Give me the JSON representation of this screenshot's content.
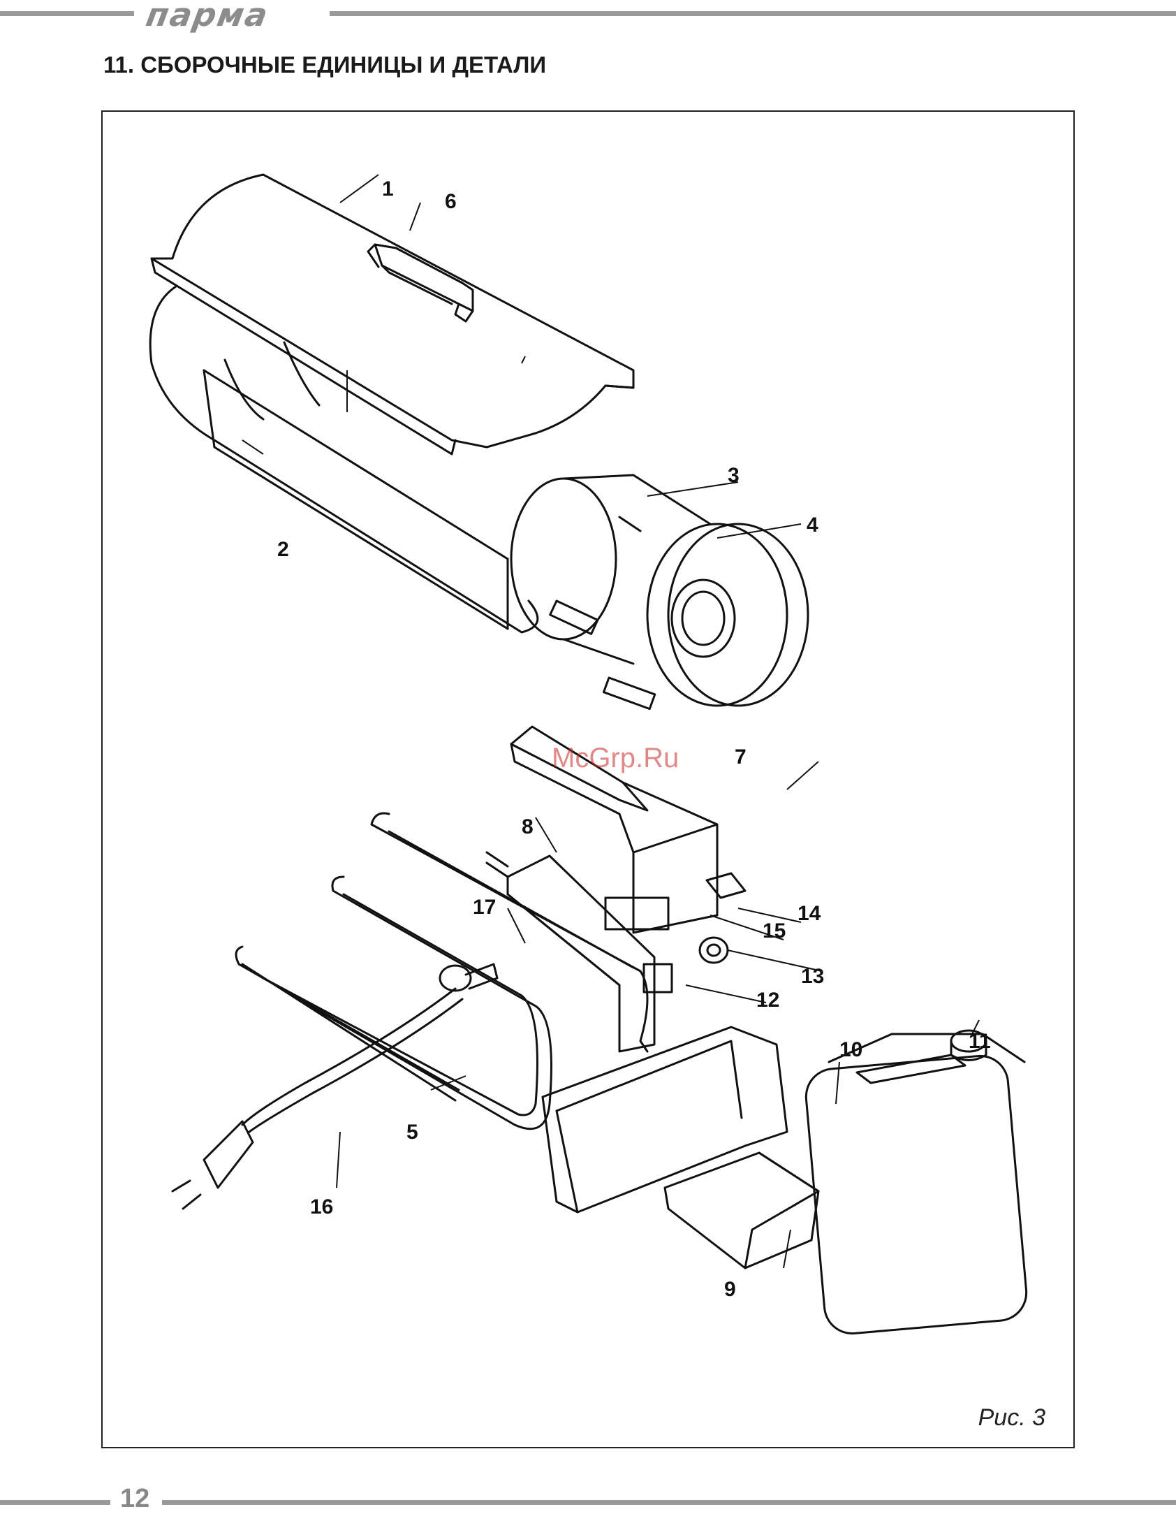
{
  "header": {
    "brand": "парма"
  },
  "page": {
    "title": "11. СБОРОЧНЫЕ ЕДИНИЦЫ И ДЕТАЛИ",
    "number": "12"
  },
  "figure": {
    "caption": "Рис. 3",
    "watermark": "McGrp.Ru",
    "callouts": [
      "1",
      "2",
      "3",
      "4",
      "5",
      "6",
      "7",
      "8",
      "9",
      "10",
      "11",
      "12",
      "13",
      "14",
      "15",
      "16",
      "17"
    ]
  },
  "colors": {
    "rule": "#9a9a9a",
    "ink": "#1a1a1a",
    "watermark": "#c82828"
  }
}
